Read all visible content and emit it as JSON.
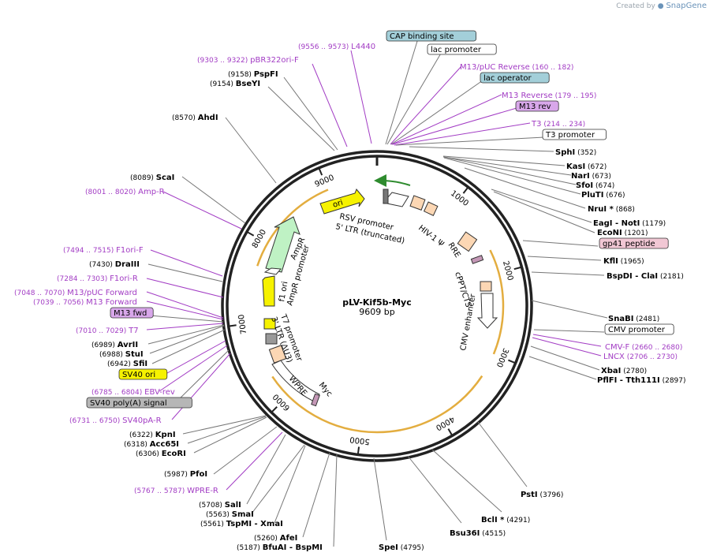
{
  "header": {
    "created_by": "Created by",
    "brand": "SnapGene"
  },
  "plasmid": {
    "name": "pLV-Kif5b-Myc",
    "size_label": "9609 bp",
    "length": 9609
  },
  "colors": {
    "backbone": "#222222",
    "enzyme_text": "#000000",
    "primer": "#a23cc4",
    "feature_line": "#9a9a9a",
    "ori": "#f6f200",
    "ampr": "#bff2c4",
    "ltr": "#ffffff",
    "peach": "#fcd7b4",
    "myc": "#c497b6",
    "cap_fill": "#a3cfd9",
    "rev_fill": "#d8a7ea",
    "gp41_fill": "#f1c7d4",
    "sv40ori_fill": "#f6f200",
    "sv40pa_fill": "#b6b6b6",
    "orange_arc": "#e0a42a"
  },
  "ticks": [
    "1000",
    "2000",
    "3000",
    "4000",
    "5000",
    "6000",
    "7000",
    "8000",
    "9000"
  ],
  "labels": [
    {
      "id": "L4440",
      "pos": "(9556 .. 9573)",
      "name": "L4440",
      "kind": "primer"
    },
    {
      "id": "pBR322ori-F",
      "pos": "(9303 .. 9322)",
      "name": "pBR322ori-F",
      "kind": "primer"
    },
    {
      "id": "PspFI",
      "pos": "(9158)",
      "name": "PspFI",
      "kind": "enzyme"
    },
    {
      "id": "BseYI",
      "pos": "(9154)",
      "name": "BseYI",
      "kind": "enzyme"
    },
    {
      "id": "AhdI",
      "pos": "(8570)",
      "name": "AhdI",
      "kind": "enzyme"
    },
    {
      "id": "ScaI",
      "pos": "(8089)",
      "name": "ScaI",
      "kind": "enzyme"
    },
    {
      "id": "Amp-R",
      "pos": "(8001 .. 8020)",
      "name": "Amp-R",
      "kind": "primer"
    },
    {
      "id": "F1ori-F",
      "pos": "(7494 .. 7515)",
      "name": "F1ori-F",
      "kind": "primer"
    },
    {
      "id": "DraIII",
      "pos": "(7430)",
      "name": "DraIII",
      "kind": "enzyme"
    },
    {
      "id": "F1ori-R",
      "pos": "(7284 .. 7303)",
      "name": "F1ori-R",
      "kind": "primer"
    },
    {
      "id": "M13pUCFwd",
      "pos": "(7048 .. 7070)",
      "name": "M13/pUC Forward",
      "kind": "primer"
    },
    {
      "id": "M13Fwd",
      "pos": "(7039 .. 7056)",
      "name": "M13 Forward",
      "kind": "primer"
    },
    {
      "id": "M13fwdBox",
      "pos": "",
      "name": "M13 fwd",
      "kind": "box-purple"
    },
    {
      "id": "T7",
      "pos": "(7010 .. 7029)",
      "name": "T7",
      "kind": "primer"
    },
    {
      "id": "AvrII",
      "pos": "(6989)",
      "name": "AvrII",
      "kind": "enzyme"
    },
    {
      "id": "StuI",
      "pos": "(6988)",
      "name": "StuI",
      "kind": "enzyme"
    },
    {
      "id": "SfiI",
      "pos": "(6942)",
      "name": "SfiI",
      "kind": "enzyme"
    },
    {
      "id": "SV40ori",
      "pos": "",
      "name": "SV40 ori",
      "kind": "box-yellow"
    },
    {
      "id": "EBV-rev",
      "pos": "(6785 .. 6804)",
      "name": "EBV-rev",
      "kind": "primer"
    },
    {
      "id": "SV40pA",
      "pos": "",
      "name": "SV40 poly(A) signal",
      "kind": "box-gray"
    },
    {
      "id": "SV40pA-R",
      "pos": "(6731 .. 6750)",
      "name": "SV40pA-R",
      "kind": "primer"
    },
    {
      "id": "KpnI",
      "pos": "(6322)",
      "name": "KpnI",
      "kind": "enzyme"
    },
    {
      "id": "Acc65I",
      "pos": "(6318)",
      "name": "Acc65I",
      "kind": "enzyme"
    },
    {
      "id": "EcoRI",
      "pos": "(6306)",
      "name": "EcoRI",
      "kind": "enzyme"
    },
    {
      "id": "PfoI",
      "pos": "(5987)",
      "name": "PfoI",
      "kind": "enzyme"
    },
    {
      "id": "WPRE-R",
      "pos": "(5767 .. 5787)",
      "name": "WPRE-R",
      "kind": "primer"
    },
    {
      "id": "SalI",
      "pos": "(5708)",
      "name": "SalI",
      "kind": "enzyme"
    },
    {
      "id": "SmaI",
      "pos": "(5563)",
      "name": "SmaI",
      "kind": "enzyme"
    },
    {
      "id": "TspMI",
      "pos": "(5561)",
      "name": "TspMI  - XmaI",
      "kind": "enzyme"
    },
    {
      "id": "AfeI",
      "pos": "(5260)",
      "name": "AfeI",
      "kind": "enzyme"
    },
    {
      "id": "BfuAI",
      "pos": "(5187)",
      "name": "BfuAI  - BspMI",
      "kind": "enzyme"
    },
    {
      "id": "SpeI",
      "pos": "(4795)",
      "name": "SpeI",
      "kind": "enzyme"
    },
    {
      "id": "Bsu36I",
      "pos": "(4515)",
      "name": "Bsu36I",
      "kind": "enzyme"
    },
    {
      "id": "BclI",
      "pos": "(4291)",
      "name": "BclI *",
      "kind": "enzyme"
    },
    {
      "id": "PstI",
      "pos": "(3796)",
      "name": "PstI",
      "kind": "enzyme"
    },
    {
      "id": "CAPsite",
      "pos": "",
      "name": "CAP binding site",
      "kind": "box-cyan"
    },
    {
      "id": "lacprom",
      "pos": "",
      "name": "lac promoter",
      "kind": "box-white"
    },
    {
      "id": "M13pUCRev",
      "pos": "(160 .. 182)",
      "name": "M13/pUC Reverse",
      "kind": "primer"
    },
    {
      "id": "lacop",
      "pos": "",
      "name": "lac operator",
      "kind": "box-cyan"
    },
    {
      "id": "M13Rev",
      "pos": "(179 .. 195)",
      "name": "M13 Reverse",
      "kind": "primer"
    },
    {
      "id": "M13revBox",
      "pos": "",
      "name": "M13 rev",
      "kind": "box-purple"
    },
    {
      "id": "T3",
      "pos": "(214 .. 234)",
      "name": "T3",
      "kind": "primer"
    },
    {
      "id": "T3prom",
      "pos": "",
      "name": "T3 promoter",
      "kind": "box-white"
    },
    {
      "id": "SphI",
      "pos": "(352)",
      "name": "SphI",
      "kind": "enzyme"
    },
    {
      "id": "KasI",
      "pos": "(672)",
      "name": "KasI",
      "kind": "enzyme"
    },
    {
      "id": "NarI",
      "pos": "(673)",
      "name": "NarI",
      "kind": "enzyme"
    },
    {
      "id": "SfoI",
      "pos": "(674)",
      "name": "SfoI",
      "kind": "enzyme"
    },
    {
      "id": "PluTI",
      "pos": "(676)",
      "name": "PluTI",
      "kind": "enzyme"
    },
    {
      "id": "NruI",
      "pos": "(868)",
      "name": "NruI *",
      "kind": "enzyme"
    },
    {
      "id": "EagI",
      "pos": "(1179)",
      "name": "EagI  - NotI",
      "kind": "enzyme"
    },
    {
      "id": "EcoNI",
      "pos": "(1201)",
      "name": "EcoNI",
      "kind": "enzyme"
    },
    {
      "id": "gp41",
      "pos": "",
      "name": "gp41 peptide",
      "kind": "box-pink"
    },
    {
      "id": "KflI",
      "pos": "(1965)",
      "name": "KflI",
      "kind": "enzyme"
    },
    {
      "id": "BspDI",
      "pos": "(2181)",
      "name": "BspDI  - ClaI",
      "kind": "enzyme"
    },
    {
      "id": "SnaBI",
      "pos": "(2481)",
      "name": "SnaBI",
      "kind": "enzyme"
    },
    {
      "id": "CMVprom",
      "pos": "",
      "name": "CMV promoter",
      "kind": "box-white"
    },
    {
      "id": "CMV-F",
      "pos": "(2660 .. 2680)",
      "name": "CMV-F",
      "kind": "primer"
    },
    {
      "id": "LNCX",
      "pos": "(2706 .. 2730)",
      "name": "LNCX",
      "kind": "primer"
    },
    {
      "id": "XbaI",
      "pos": "(2780)",
      "name": "XbaI",
      "kind": "enzyme"
    },
    {
      "id": "PflFI",
      "pos": "(2897)",
      "name": "PflFI  - Tth111I",
      "kind": "enzyme"
    }
  ],
  "inner_features": {
    "ori": "ori",
    "ampr": "AmpR",
    "ampr_promoter": "AmpR promoter",
    "f1_ori": "f1 ori",
    "rsv": "RSV promoter",
    "ltr5": "5' LTR (truncated)",
    "hiv": "HIV-1 Ψ",
    "rre": "RRE",
    "cppt": "cPPT/CTS",
    "cmv_enh": "CMV enhancer",
    "myc": "Myc",
    "wpre": "WPRE",
    "ltr3": "3' LTR (ΔU3)",
    "t7prom": "T7 promoter"
  }
}
